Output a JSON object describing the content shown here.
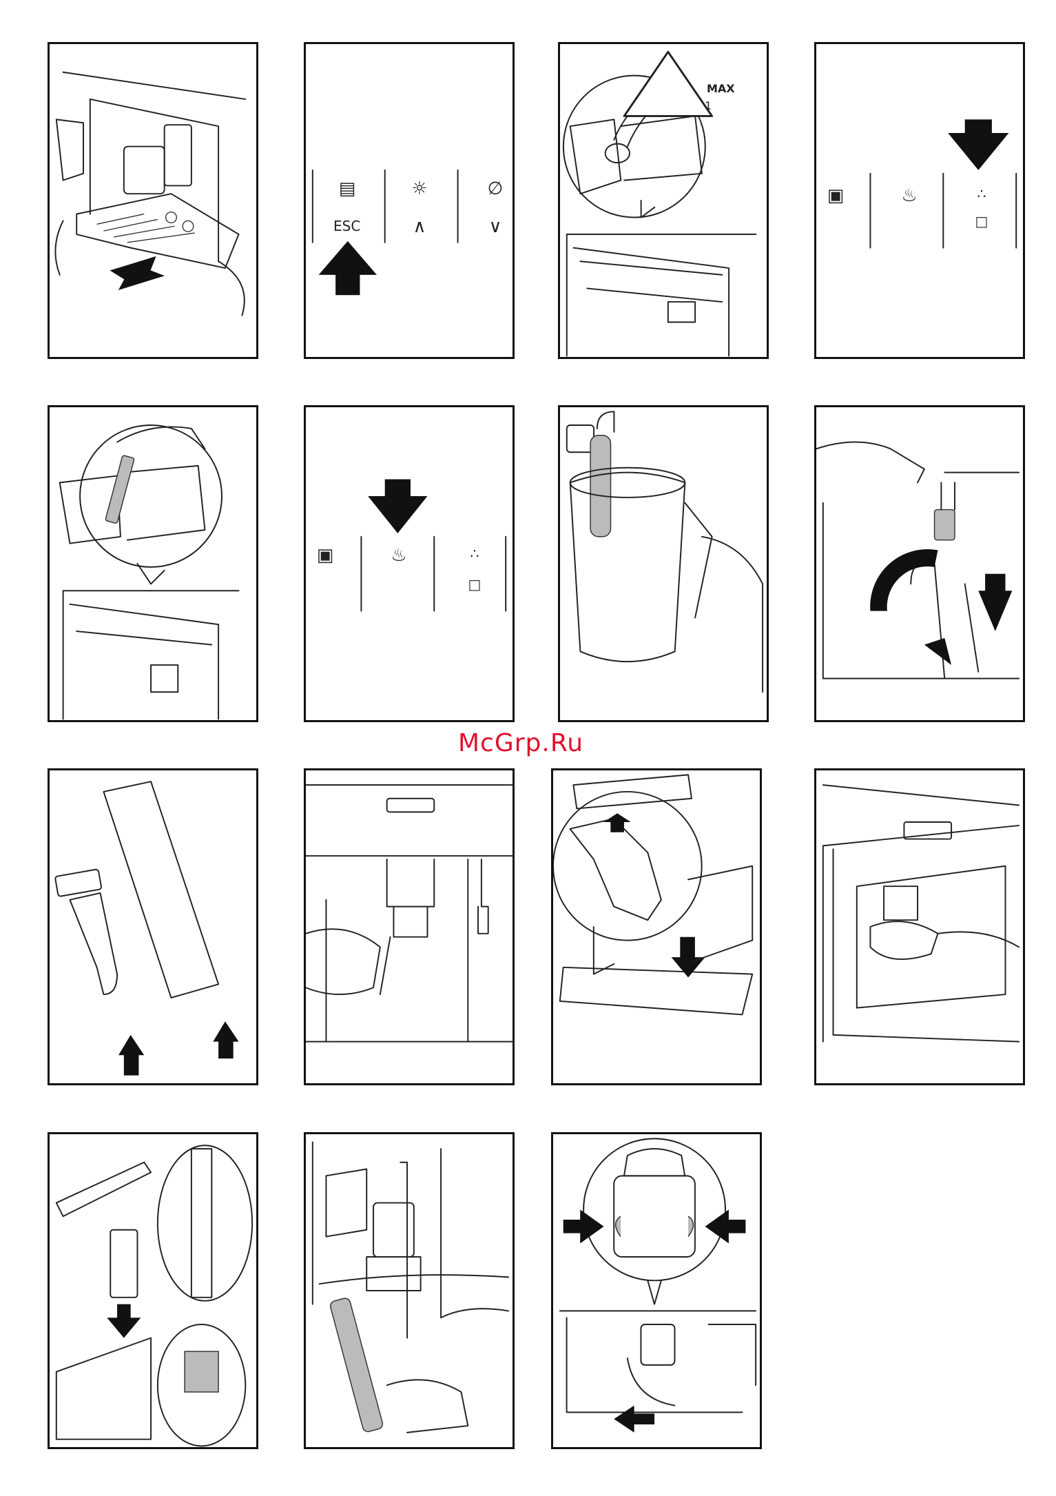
{
  "watermark": "McGrp.Ru",
  "panel_2": {
    "esc_label": "ESC",
    "book_icon": "book-icon",
    "light_icon": "bulb-icon",
    "bean_icon": "coffee-bean-icon",
    "up_glyph": "∧",
    "down_glyph": "∨"
  },
  "panel_3": {
    "warning_max": "MAX",
    "warning_qty": "1"
  },
  "colors": {
    "line": "#222222",
    "watermark": "#e0102c",
    "shade": "#bbbbbb"
  }
}
